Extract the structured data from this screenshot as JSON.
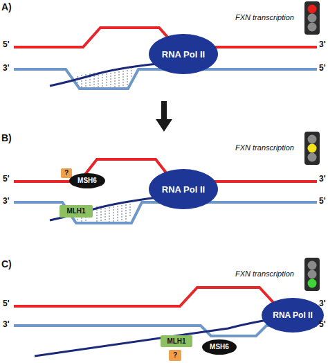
{
  "diagram": {
    "nodes": [
      {
        "text": [
          "RNA Pol II"
        ]
      },
      {
        "text": [
          "?"
        ]
      },
      {
        "text": [
          "MSH6"
        ]
      },
      {
        "text": [
          "RNA Pol II"
        ]
      },
      {
        "text": [
          "MLH1"
        ]
      },
      {
        "text": [
          "RNA Pol II"
        ]
      },
      {
        "text": [
          "MLH1"
        ]
      },
      {
        "text": [
          "MSH6"
        ]
      },
      {
        "text": [
          "?"
        ]
      }
    ],
    "labels": [
      "A)",
      "FXN transcription",
      "5'",
      "3'",
      "3'",
      "5'",
      "B)",
      "FXN transcription",
      "5'",
      "3'",
      "3'",
      "5'",
      "C)",
      "FXN transcription",
      "5'",
      "3'",
      "3'",
      "5'"
    ]
  }
}
